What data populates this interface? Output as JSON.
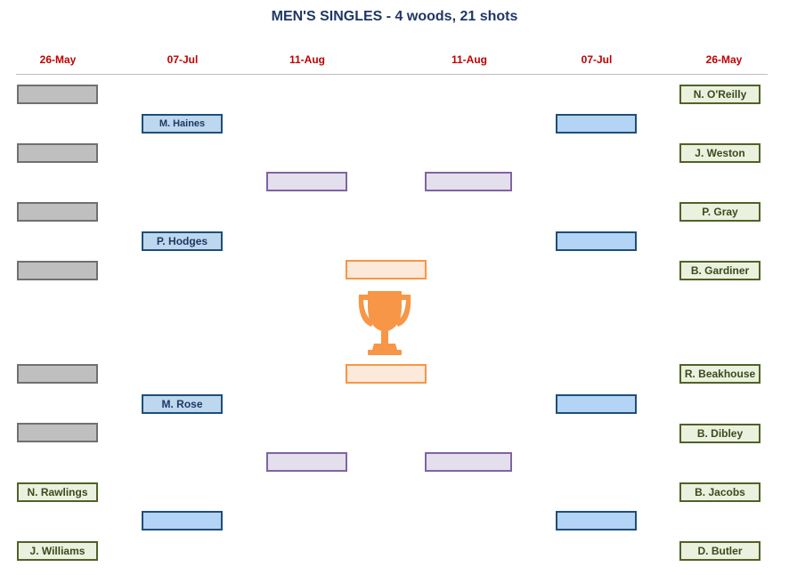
{
  "title": "MEN'S SINGLES - 4 woods, 21 shots",
  "dates": {
    "left_r1": "26-May",
    "left_r2": "07-Jul",
    "left_r3": "11-Aug",
    "right_r3": "11-Aug",
    "right_r2": "07-Jul",
    "right_r1": "26-May"
  },
  "left": {
    "round1": [
      "",
      "",
      "",
      "",
      "",
      "",
      "N. Rawlings",
      "J. Williams"
    ],
    "round2": [
      "M. Haines",
      "P. Hodges",
      "M. Rose",
      ""
    ],
    "round3": [
      "",
      ""
    ]
  },
  "right": {
    "round1": [
      "N. O'Reilly",
      "J. Weston",
      "P. Gray",
      "B. Gardiner",
      "R. Beakhouse",
      "B. Dibley",
      "B. Jacobs",
      "D. Butler"
    ],
    "round2": [
      "",
      "",
      "",
      ""
    ],
    "round3": [
      "",
      ""
    ]
  },
  "final": [
    "",
    ""
  ],
  "icons": {
    "trophy": "trophy-icon"
  },
  "colors": {
    "title": "#1f3864",
    "dates": "#c00000",
    "trophy": "#f79646"
  }
}
